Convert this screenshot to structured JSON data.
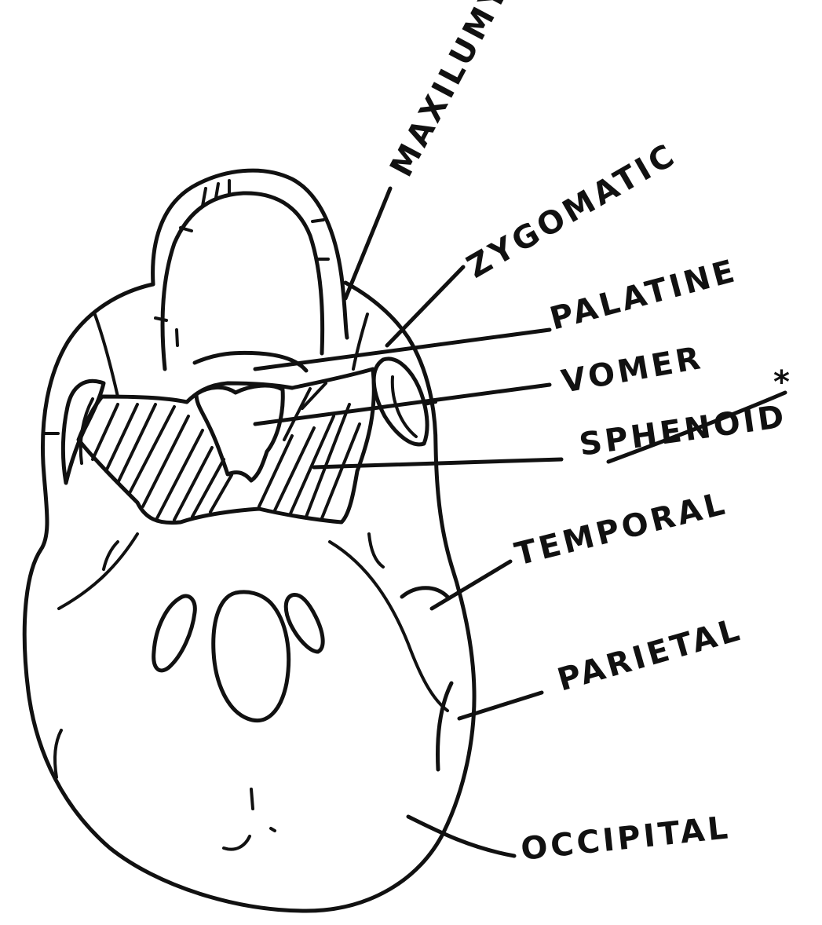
{
  "diagram": {
    "labels": {
      "maxilla": "MAXILUMY",
      "zygomatic": "ZYGOMATIC",
      "palatine": "PALATINE",
      "vomer": "VOMER",
      "sphenoid": "SPHENOID",
      "sphenoid_mark": "*",
      "temporal": "TEMPORAL",
      "parietal": "PARIETAL",
      "occipital": "OCCIPITAL"
    },
    "colors": {
      "ink": "#111111",
      "paper": "#ffffff"
    }
  }
}
